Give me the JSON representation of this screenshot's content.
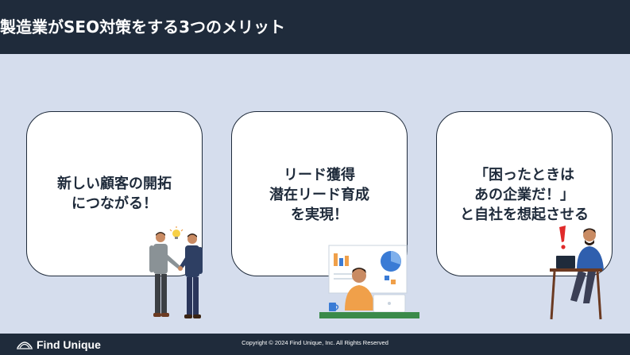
{
  "header": {
    "title": "製造業がSEO対策をする3つのメリット"
  },
  "cards": [
    {
      "lines": [
        "新しい顧客の開拓",
        "につながる！"
      ]
    },
    {
      "lines": [
        "リード獲得",
        "潜在リード育成",
        "を実現！"
      ]
    },
    {
      "lines": [
        "「困ったときは",
        "あの企業だ！」",
        "と自社を想起させる"
      ]
    }
  ],
  "footer": {
    "logo_text": "Find Unique",
    "copyright": "Copyright © 2024 Find Unique, Inc. All Rights Reserved"
  },
  "colors": {
    "background": "#d5dded",
    "header_bg": "#1f2b3b",
    "card_border": "#1f2b3b",
    "text_dark": "#1f2b3b",
    "accent_red": "#e02a2a",
    "accent_orange": "#f0a04a"
  }
}
